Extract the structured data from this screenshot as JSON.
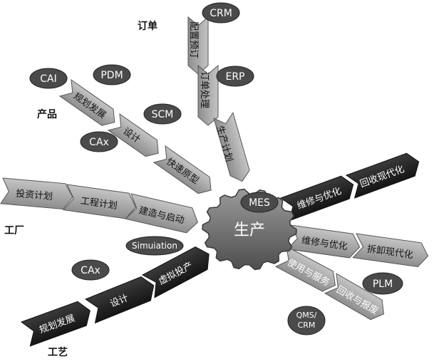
{
  "categories": {
    "order": "订单",
    "product": "产品",
    "factory": "工厂",
    "process": "工艺"
  },
  "hub": {
    "label": "生产"
  },
  "spokes": {
    "order": [
      "配置预订",
      "订单处理",
      "生产计划"
    ],
    "product": [
      "规划发展",
      "设计",
      "快速原型"
    ],
    "factory": [
      "投资计划",
      "工程计划",
      "建造与启动"
    ],
    "process": [
      "规划发展",
      "设计",
      "虚拟投产"
    ],
    "upper_right": [
      "维修与优化",
      "回收现代化"
    ],
    "right": [
      "维修与优化",
      "拆卸现代化"
    ],
    "lower_right": [
      "使用与服务",
      "回收与报废"
    ]
  },
  "systems": {
    "crm": "CRM",
    "erp": "ERP",
    "cai": "CAI",
    "pdm": "PDM",
    "scm": "SCM",
    "cax_product": "CAx",
    "mes": "MES",
    "simulation": "Simuiation",
    "cax_process": "CAx",
    "plm": "PLM",
    "qms_line1": "QMS/",
    "qms_line2": "CRM"
  },
  "colors": {
    "segment_light": "#a8a8a8",
    "segment_mid": "#7a7a7a",
    "segment_dark": "#2b2b2b",
    "oval": "#4a4a4a",
    "hub": "#6e6e6e"
  }
}
